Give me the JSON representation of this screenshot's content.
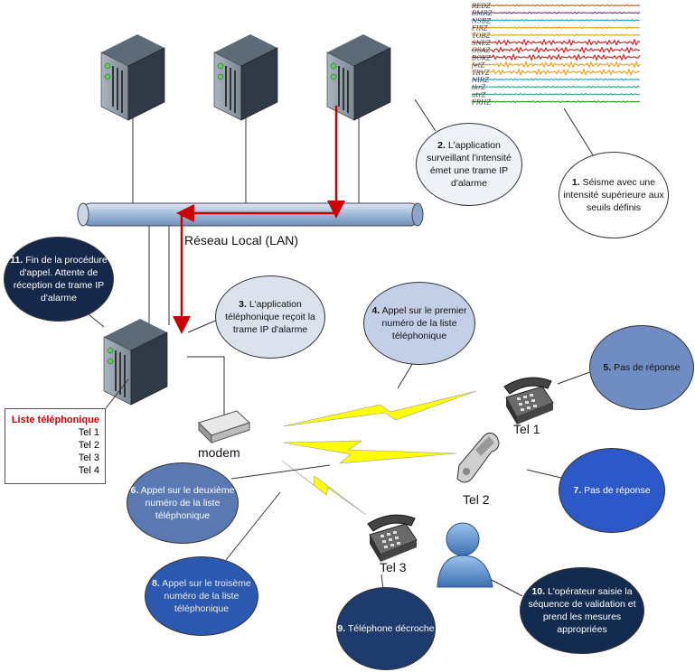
{
  "lan_label": "Réseau Local (LAN)",
  "modem_label": "modem",
  "phones": {
    "tel1": "Tel 1",
    "tel2": "Tel 2",
    "tel3": "Tel 3"
  },
  "phone_list": {
    "title": "Liste téléphonique",
    "items": [
      "Tel 1",
      "Tel 2",
      "Tel 3",
      "Tel 4"
    ]
  },
  "seismo_traces": [
    "REDZ",
    "RMRZ",
    "NSBZ",
    "FIRZ",
    "TOBZ",
    "SNEZ",
    "OSAZ",
    "BOKZ",
    "fetZ",
    "TRVZ",
    "NIRZ",
    "tkrZ",
    "utrZ",
    "FRHZ"
  ],
  "steps": {
    "s1": {
      "num": "1.",
      "text": "Séisme avec une intensité supérieure aux seuils définis"
    },
    "s2": {
      "num": "2.",
      "text": "L'application surveillant l'intensité émet une trame IP d'alarme"
    },
    "s3": {
      "num": "3.",
      "text": "L'application téléphonique reçoit la trame IP d'alarme"
    },
    "s4": {
      "num": "4.",
      "text": "Appel sur le premier numéro de la liste téléphonique"
    },
    "s5": {
      "num": "5.",
      "text": "Pas de réponse"
    },
    "s6": {
      "num": "6.",
      "text": "Appel sur le deuxième numéro de la liste téléphonique"
    },
    "s7": {
      "num": "7.",
      "text": "Pas de réponse"
    },
    "s8": {
      "num": "8.",
      "text": "Appel sur le troisème numéro de la liste téléphonique"
    },
    "s9": {
      "num": "9.",
      "text": "Téléphone décroche"
    },
    "s10": {
      "num": "10.",
      "text": "L'opérateur saisie la séquence de validation et prend les mesures appropriées"
    },
    "s11": {
      "num": "11.",
      "text": "Fin de la procédure d'appel. Attente de réception de trame IP d'alarme"
    }
  },
  "colors": {
    "alarm_arrow": "#cc0000",
    "lightning": "#ffff00",
    "pipe": "#9fb8d8"
  }
}
